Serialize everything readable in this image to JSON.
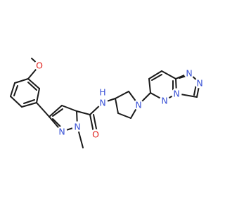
{
  "colors": {
    "bond": "#1a1a1a",
    "nitrogen": "#3a52d6",
    "oxygen": "#e0201b",
    "background": "#ffffff"
  },
  "atoms": {
    "o_methoxy": {
      "label": "O",
      "element": "O"
    },
    "o_carbonyl": {
      "label": "O",
      "element": "O"
    },
    "n_amide": {
      "label": "N",
      "element": "N"
    },
    "h_amide": {
      "label": "H",
      "element": "N"
    },
    "n_pyrazole_1": {
      "label": "N",
      "element": "N"
    },
    "n_pyrazole_2": {
      "label": "N",
      "element": "N"
    },
    "n_pyrrolidine": {
      "label": "N",
      "element": "N"
    },
    "n_pyridazine": {
      "label": "N",
      "element": "N"
    },
    "n_bridge": {
      "label": "N",
      "element": "N"
    },
    "n_triazole_1": {
      "label": "N",
      "element": "N"
    },
    "n_triazole_2": {
      "label": "N",
      "element": "N"
    }
  }
}
